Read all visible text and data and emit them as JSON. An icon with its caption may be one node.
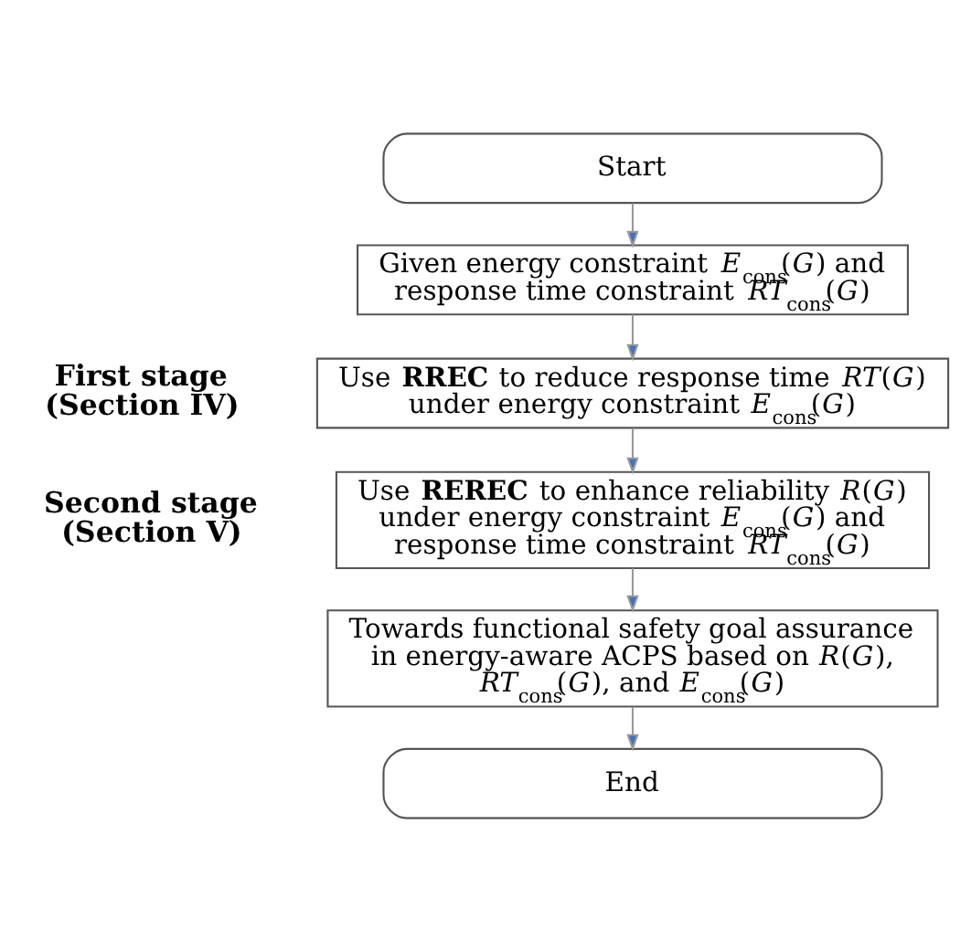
{
  "diagram": {
    "nodes": [
      {
        "text": [
          "Start"
        ]
      },
      {
        "text": [
          "Given energy constraint *E*$_{cons}$(*G*) and response time constraint *RT*$_{cons}$(*G*)"
        ]
      },
      {
        "text": [
          "Use **RREC** to reduce response time *RT*(*G*) under energy constraint *E*$_{cons}$(*G*)"
        ],
        "beside": [
          "First stage (Section IV)"
        ]
      },
      {
        "text": [
          "Use **REREC** to enhance reliability *R*(*G*) under energy constraint *E*$_{cons}$(*G*) and response time constraint *RT*$_{cons}$(*G*)"
        ],
        "beside": [
          "Second stage (Section V)"
        ]
      },
      {
        "text": [
          "Towards functional safety goal assurance in energy-aware ACPS based on *R*(*G*), *RT*$_{cons}$(*G*), and *E*$_{cons}$(*G*)"
        ]
      },
      {
        "text": [
          "End"
        ]
      }
    ],
    "edges": [
      {
        "from": 0,
        "to": 1,
        "arrow": "to"
      },
      {
        "from": 1,
        "to": 2,
        "arrow": "to"
      },
      {
        "from": 2,
        "to": 3,
        "arrow": "to"
      },
      {
        "from": 3,
        "to": 4,
        "arrow": "to"
      },
      {
        "from": 4,
        "to": 5,
        "arrow": "to"
      }
    ]
  }
}
